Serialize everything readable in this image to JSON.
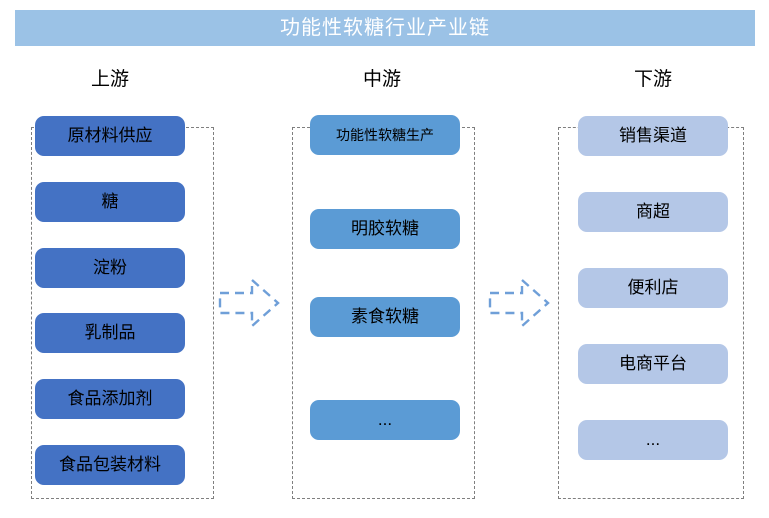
{
  "header": {
    "title": "功能性软糖行业产业链",
    "bar_color": "#9bc2e6",
    "text_color": "#ffffff"
  },
  "colors": {
    "upstream_node": "#4472c4",
    "midstream_node": "#5b9bd5",
    "downstream_node": "#b4c7e7",
    "arrow_stroke": "#6f9fd8",
    "frame_border": "#7f7f7f"
  },
  "columns": [
    {
      "id": "upstream",
      "label": "上游",
      "nodes": [
        {
          "label": "原材料供应"
        },
        {
          "label": "糖"
        },
        {
          "label": "淀粉"
        },
        {
          "label": "乳制品"
        },
        {
          "label": "食品添加剂"
        },
        {
          "label": "食品包装材料"
        }
      ]
    },
    {
      "id": "midstream",
      "label": "中游",
      "nodes": [
        {
          "label": "功能性软糖生产"
        },
        {
          "label": "明胶软糖"
        },
        {
          "label": "素食软糖"
        },
        {
          "label": "..."
        }
      ]
    },
    {
      "id": "downstream",
      "label": "下游",
      "nodes": [
        {
          "label": "销售渠道"
        },
        {
          "label": "商超"
        },
        {
          "label": "便利店"
        },
        {
          "label": "电商平台"
        },
        {
          "label": "..."
        }
      ]
    }
  ],
  "arrows": [
    {
      "id": "arrow-upstream-to-midstream",
      "direction": "right"
    },
    {
      "id": "arrow-midstream-to-downstream",
      "direction": "right"
    }
  ]
}
